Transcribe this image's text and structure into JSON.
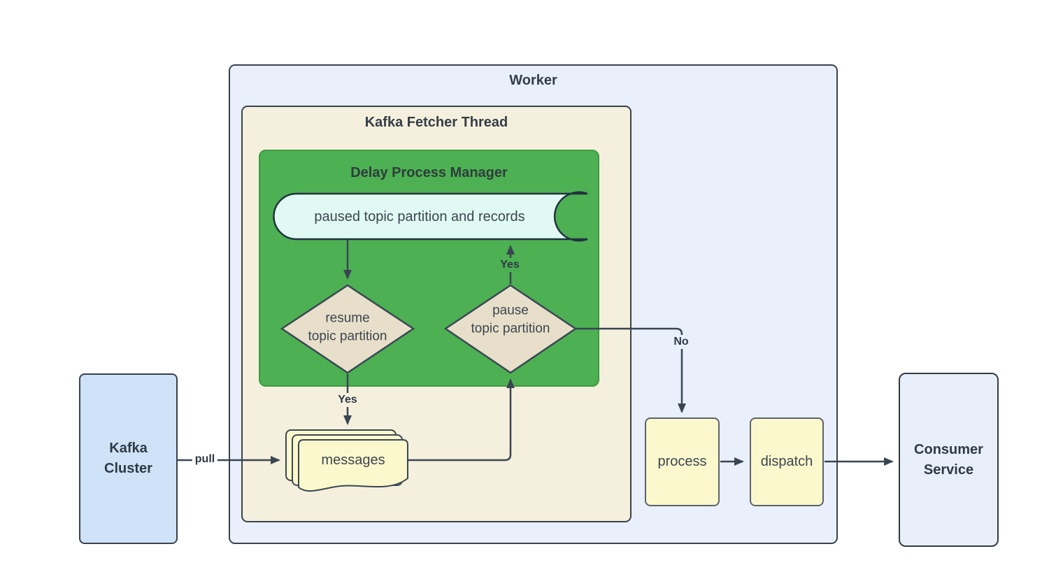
{
  "diagram": {
    "containers": {
      "worker": {
        "title": "Worker"
      },
      "kafka_fetcher_thread": {
        "title": "Kafka Fetcher Thread"
      },
      "delay_process_manager": {
        "title": "Delay Process Manager"
      }
    },
    "nodes": {
      "paused_store": {
        "type": "stored-data",
        "label": "paused topic partition and records"
      },
      "resume_decision": {
        "type": "decision",
        "line1": "resume",
        "line2": "topic partition"
      },
      "pause_decision": {
        "type": "decision",
        "line1": "pause",
        "line2": "topic partition"
      },
      "messages": {
        "type": "multi-document",
        "label": "messages"
      },
      "process": {
        "type": "process",
        "label": "process"
      },
      "dispatch": {
        "type": "process",
        "label": "dispatch"
      },
      "kafka_cluster": {
        "type": "external",
        "line1": "Kafka",
        "line2": "Cluster"
      },
      "consumer_service": {
        "type": "external",
        "line1": "Consumer",
        "line2": "Service"
      }
    },
    "edges": [
      {
        "from": "kafka_cluster",
        "to": "messages",
        "label": "pull"
      },
      {
        "from": "paused_store",
        "to": "resume_decision",
        "label": ""
      },
      {
        "from": "resume_decision",
        "to": "messages",
        "label": "Yes"
      },
      {
        "from": "messages",
        "to": "pause_decision",
        "label": ""
      },
      {
        "from": "pause_decision",
        "to": "paused_store",
        "label": "Yes"
      },
      {
        "from": "pause_decision",
        "to": "process",
        "label": "No"
      },
      {
        "from": "process",
        "to": "dispatch",
        "label": ""
      },
      {
        "from": "dispatch",
        "to": "consumer_service",
        "label": ""
      }
    ],
    "edge_labels": {
      "pull": "pull",
      "resume_yes": "Yes",
      "pause_yes": "Yes",
      "pause_no": "No"
    },
    "colors": {
      "worker_fill": "#e9f0fc",
      "thread_fill": "#f5f0dd",
      "manager_fill": "#4db053",
      "stored_data_fill": "#e0f9f2",
      "decision_fill": "#e7dfc9",
      "document_fill": "#fcf8cd",
      "kafka_cluster_fill": "#cfe3f8",
      "consumer_service_fill": "#e9effa",
      "line_stroke": "#3a4552"
    }
  }
}
